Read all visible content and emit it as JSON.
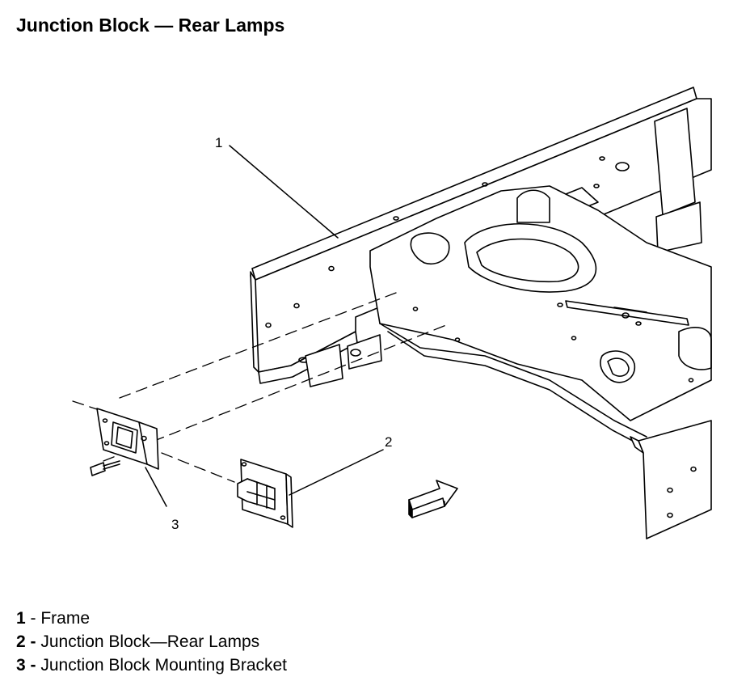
{
  "title": "Junction Block — Rear Lamps",
  "callouts": [
    {
      "number": "1",
      "label": "Frame",
      "separator": " - "
    },
    {
      "number": "2",
      "label": "Junction Block—Rear Lamps",
      "separator": " - "
    },
    {
      "number": "3",
      "label": "Junction Block Mounting Bracket",
      "separator": " - "
    }
  ],
  "colors": {
    "ink": "#000000",
    "background": "#ffffff"
  }
}
